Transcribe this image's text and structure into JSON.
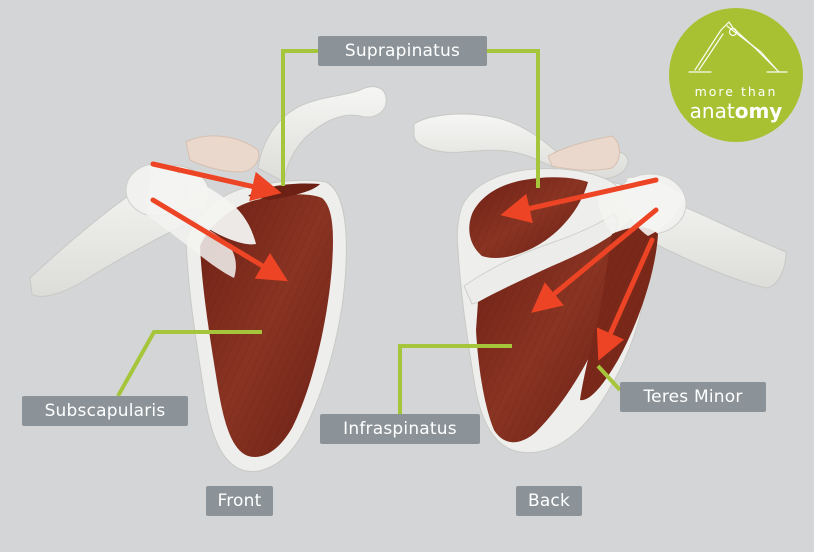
{
  "labels": {
    "supraspinatus": "Suprapinatus",
    "subscapularis": "Subscapularis",
    "infraspinatus": "Infraspinatus",
    "teres_minor": "Teres Minor",
    "front": "Front",
    "back": "Back"
  },
  "logo": {
    "line1": "more than",
    "word_a": "anat",
    "word_b": "omy",
    "icon": "yoga-pose-icon"
  },
  "colors": {
    "background": "#d4d5d6",
    "label_box": "#8b9398",
    "leader_line": "#a5c63b",
    "muscle": "#7e2a1d",
    "bone": "#eeeeec",
    "arrow": "#ec4424",
    "logo_circle": "#a7c133"
  }
}
